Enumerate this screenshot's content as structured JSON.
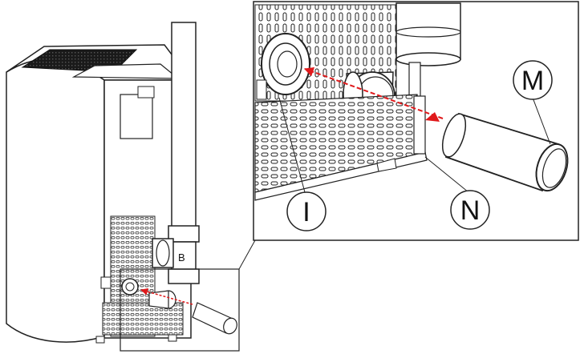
{
  "figure": {
    "callouts": {
      "m": "M",
      "n": "N",
      "i": "I",
      "b": "B"
    },
    "colors": {
      "line": "#222222",
      "arrow": "#e0191b",
      "panel_fill": "#ffffff",
      "dark_grille": "#1a1a1a"
    }
  }
}
